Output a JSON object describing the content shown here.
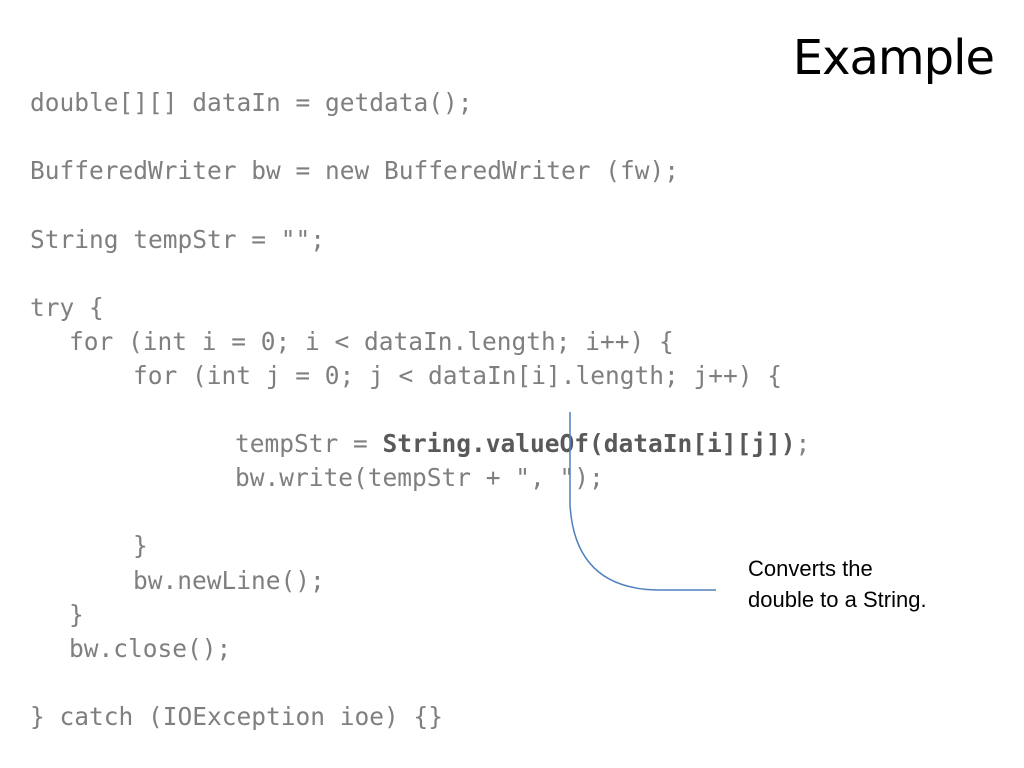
{
  "slide": {
    "title": "Example"
  },
  "code": {
    "lines": [
      "double[][] dataIn = getdata();",
      "BufferedWriter bw = new BufferedWriter (fw);",
      "String tempStr = \"\";",
      "try {",
      "for (int i = 0; i < dataIn.length; i++) {",
      "for (int j = 0; j < dataIn[i].length; j++) {",
      "bw.write(tempStr + \", \");",
      "}",
      "bw.newLine();",
      "}",
      "bw.close();",
      "} catch (IOException ioe) {}"
    ],
    "temp_line": {
      "prefix": "tempStr = ",
      "bold": "String.valueOf(dataIn[i][j])",
      "suffix": ";"
    }
  },
  "callout": {
    "text": "Converts the double to a String."
  },
  "colors": {
    "code_text": "#7f7f7f",
    "code_bold": "#595959",
    "arrow": "#4f81bd"
  }
}
